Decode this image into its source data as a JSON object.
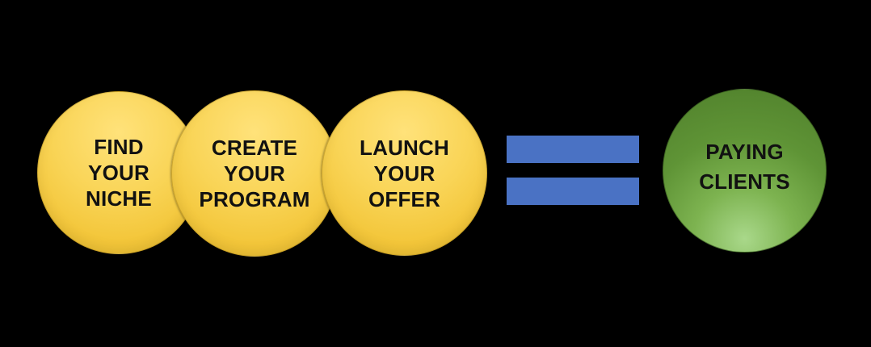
{
  "steps": [
    {
      "label": "FIND\nYOUR\nNICHE"
    },
    {
      "label": "CREATE\nYOUR\nPROGRAM"
    },
    {
      "label": "LAUNCH\nYOUR\nOFFER"
    }
  ],
  "result": {
    "label": "PAYING\nCLIENTS"
  },
  "colors": {
    "background": "#000000",
    "step_fill": "#f6cd45",
    "equals_fill": "#4a72c4",
    "result_fill": "#669a3a",
    "text": "#111111"
  }
}
